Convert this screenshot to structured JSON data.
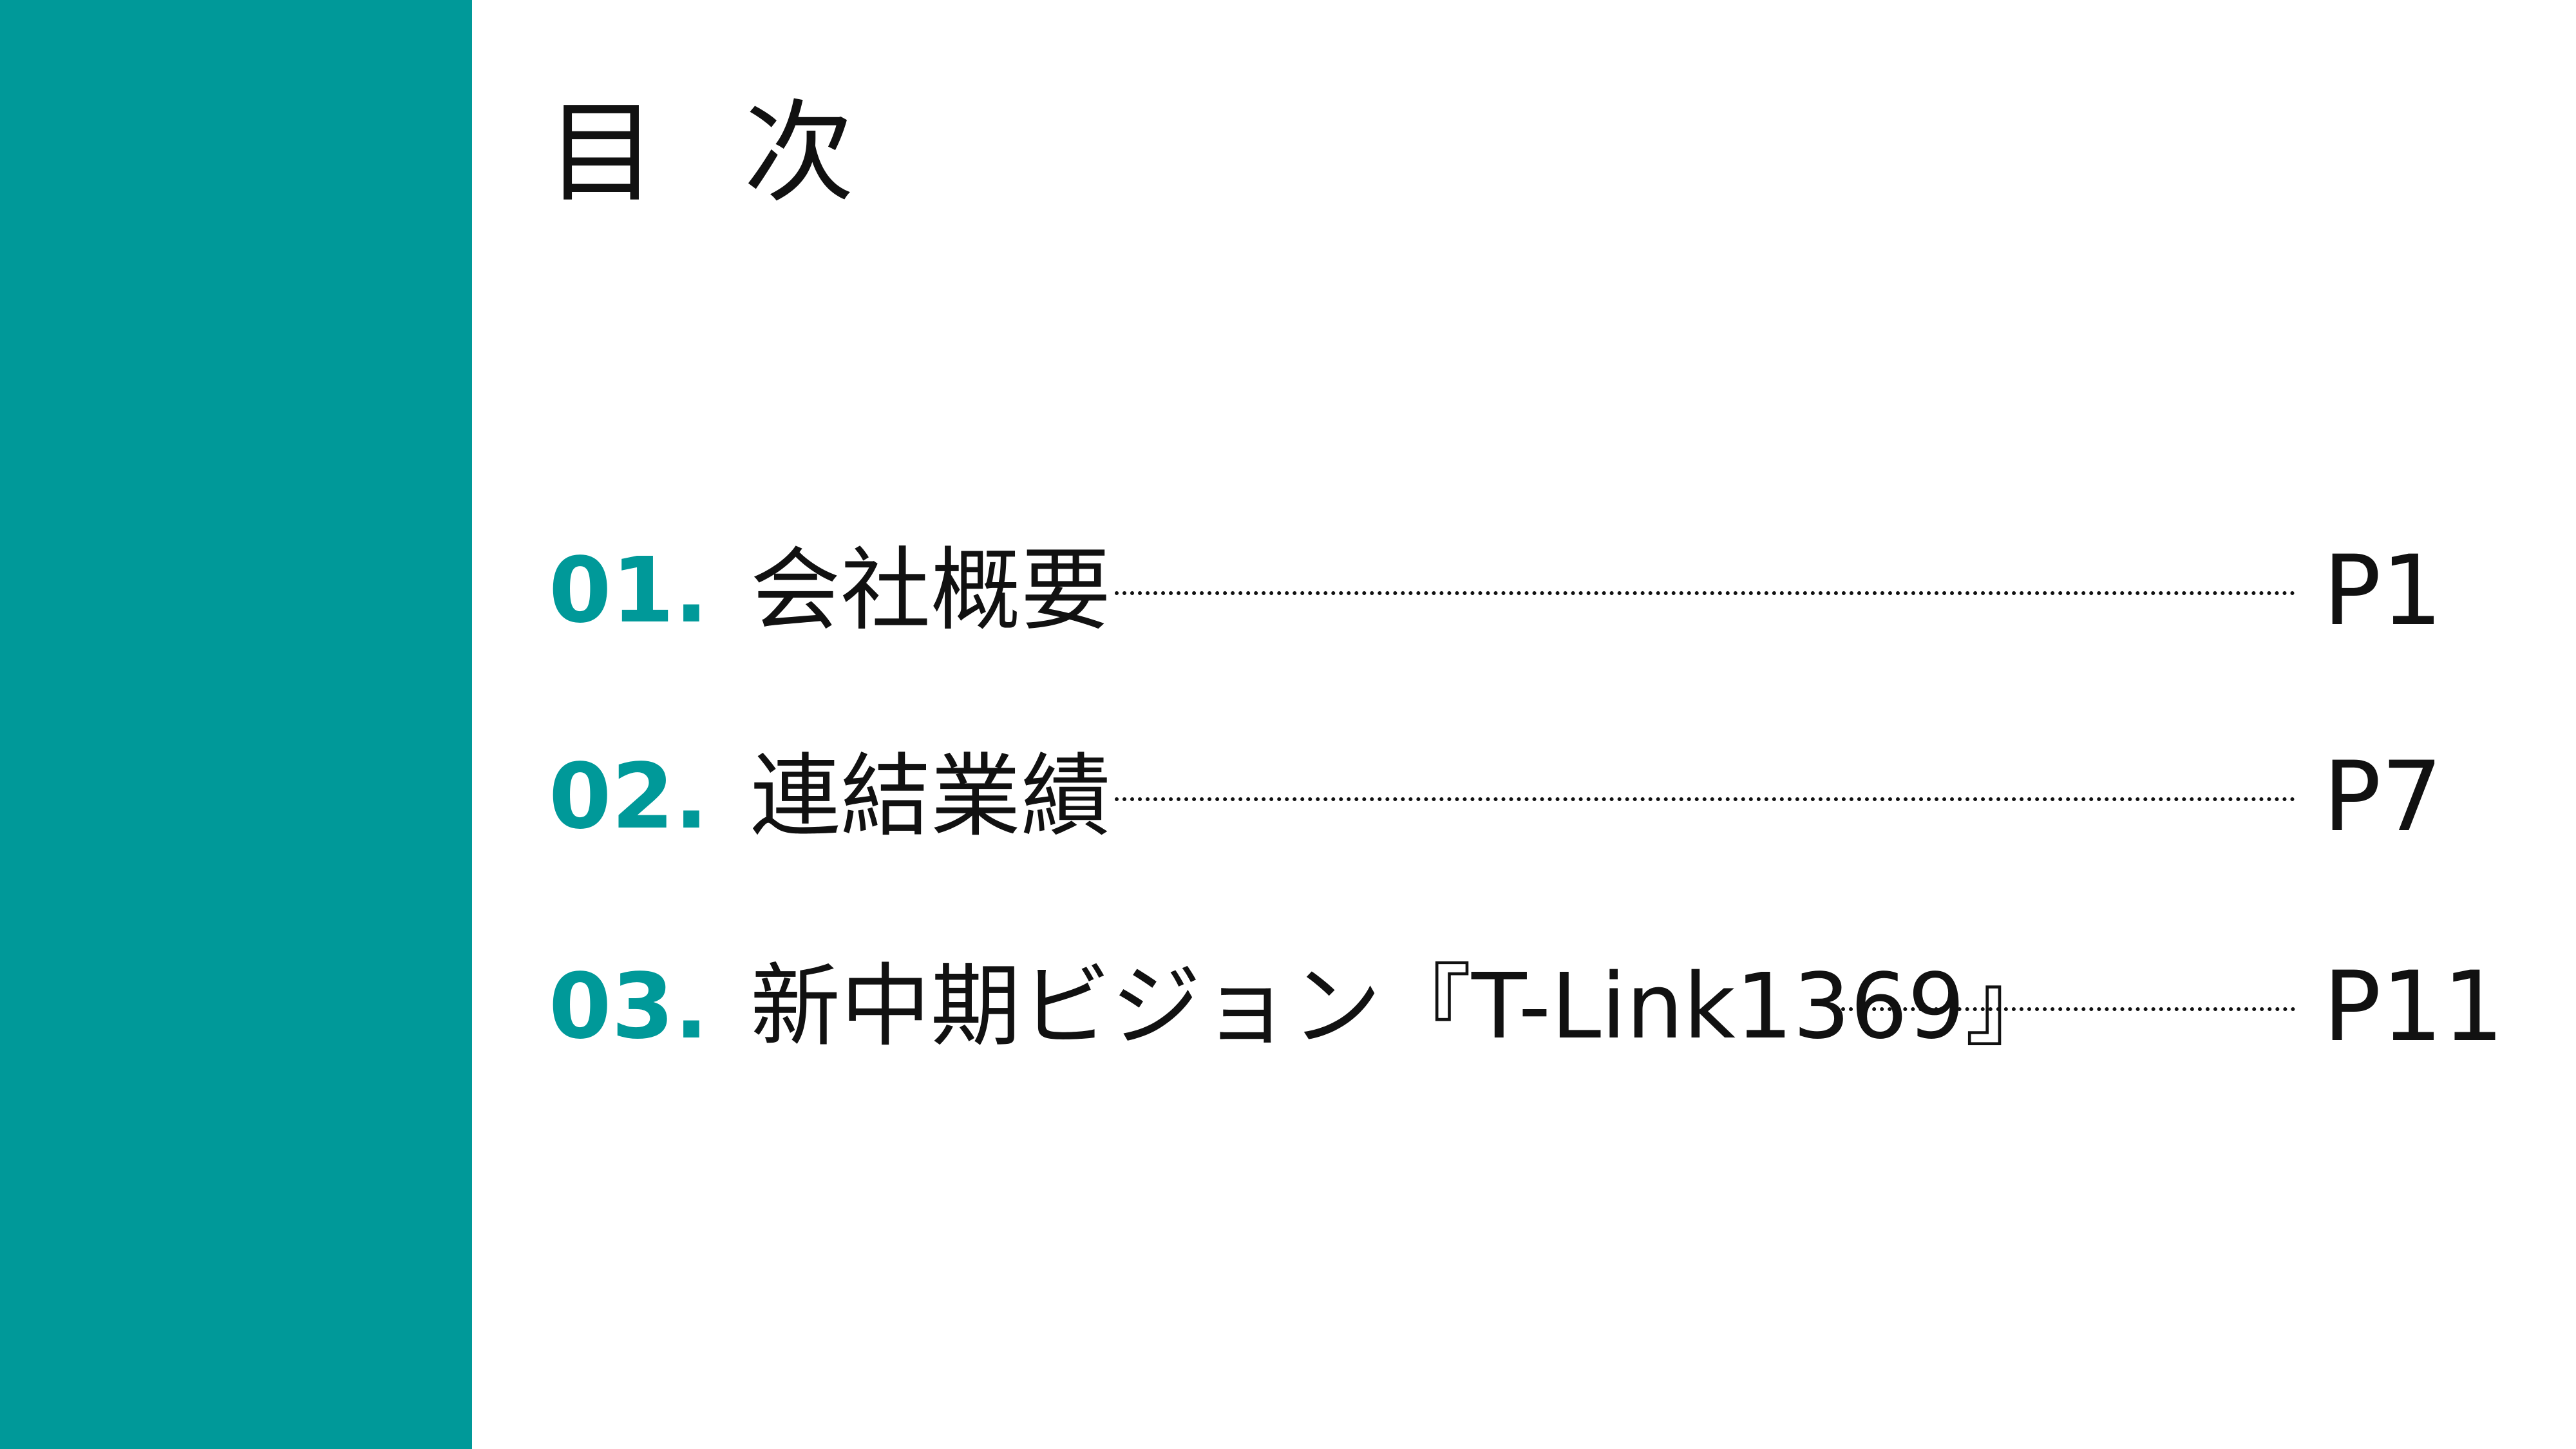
{
  "theme": {
    "accent": "#009999",
    "text": "#111111",
    "background": "#ffffff"
  },
  "title": "目 次",
  "toc": [
    {
      "number": "01.",
      "label": "会社概要",
      "page": "P1"
    },
    {
      "number": "02.",
      "label": "連結業績",
      "page": "P7"
    },
    {
      "number": "03.",
      "label": "新中期ビジョン『T-Link1369』",
      "page": "P11"
    }
  ]
}
